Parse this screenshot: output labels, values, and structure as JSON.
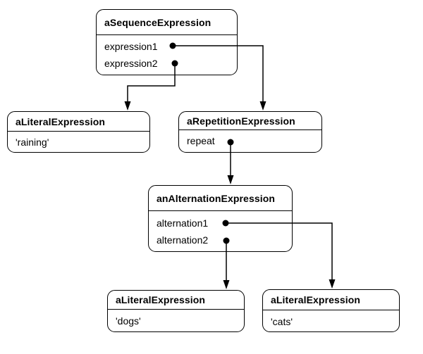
{
  "boxes": {
    "sequence": {
      "title": "aSequenceExpression",
      "fields": [
        "expression1",
        "expression2"
      ]
    },
    "literal_raining": {
      "title": "aLiteralExpression",
      "fields": [
        "'raining'"
      ]
    },
    "repetition": {
      "title": "aRepetitionExpression",
      "fields": [
        "repeat"
      ]
    },
    "alternation": {
      "title": "anAlternationExpression",
      "fields": [
        "alternation1",
        "alternation2"
      ]
    },
    "literal_dogs": {
      "title": "aLiteralExpression",
      "fields": [
        "'dogs'"
      ]
    },
    "literal_cats": {
      "title": "aLiteralExpression",
      "fields": [
        "'cats'"
      ]
    }
  },
  "colors": {
    "line": "#000000",
    "box_fill": "#ffffff",
    "background": "#ffffff",
    "text": "#000000"
  }
}
